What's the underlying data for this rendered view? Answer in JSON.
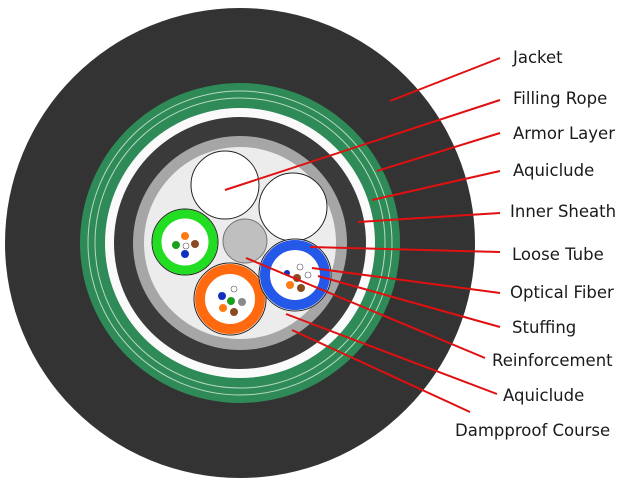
{
  "colors": {
    "jacket": "#333333",
    "filling_rope": "#fafafa",
    "armor_layer": "#2e8b57",
    "armor_stripe": "#b8d8c4",
    "inner_sheath": "#3a3a3a",
    "aquiclude": "#a6a6a6",
    "core_fill": "#ececec",
    "tube_green": "#22dd22",
    "tube_orange": "#ff6a10",
    "tube_blue": "#2458e8",
    "reinforcement": "#bfbfbf",
    "leader_line": "#e01010",
    "fiber_colors": [
      "#1030c0",
      "#8a4a22",
      "#ff7a10",
      "#1aa01a",
      "#8a8a8a",
      "#ffffff"
    ]
  },
  "labels": [
    {
      "id": "jacket",
      "text": "Jacket"
    },
    {
      "id": "filling-rope",
      "text": "Filling Rope"
    },
    {
      "id": "armor-layer",
      "text": "Armor Layer"
    },
    {
      "id": "aquiclude-outer",
      "text": "Aquiclude"
    },
    {
      "id": "inner-sheath",
      "text": "Inner Sheath"
    },
    {
      "id": "loose-tube",
      "text": "Loose Tube"
    },
    {
      "id": "optical-fiber",
      "text": "Optical Fiber"
    },
    {
      "id": "stuffing",
      "text": "Stuffing"
    },
    {
      "id": "reinforcement",
      "text": "Reinforcement"
    },
    {
      "id": "aquiclude-inner",
      "text": "Aquiclude"
    },
    {
      "id": "dampproof-course",
      "text": "Dampproof Course"
    }
  ]
}
